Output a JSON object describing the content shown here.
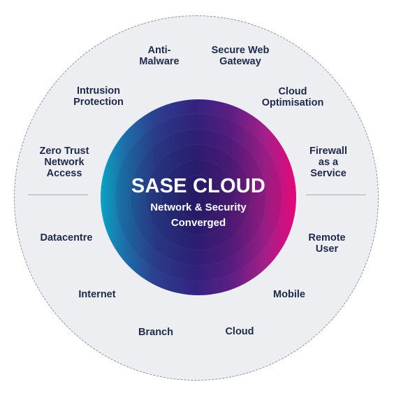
{
  "hub": {
    "title": "SASE CLOUD",
    "subtitle_line1": "Network & Security",
    "subtitle_line2": "Converged"
  },
  "capabilities": [
    {
      "lines": [
        "Anti-",
        "Malware"
      ]
    },
    {
      "lines": [
        "Secure Web",
        "Gateway"
      ]
    },
    {
      "lines": [
        "Intrusion",
        "Protection"
      ]
    },
    {
      "lines": [
        "Cloud",
        "Optimisation"
      ]
    },
    {
      "lines": [
        "Zero Trust",
        "Network",
        "Access"
      ]
    },
    {
      "lines": [
        "Firewall",
        "as a",
        "Service"
      ]
    }
  ],
  "endpoints": [
    {
      "lines": [
        "Datacentre"
      ]
    },
    {
      "lines": [
        "Remote",
        "User"
      ]
    },
    {
      "lines": [
        "Internet"
      ]
    },
    {
      "lines": [
        "Mobile"
      ]
    },
    {
      "lines": [
        "Branch"
      ]
    },
    {
      "lines": [
        "Cloud"
      ]
    }
  ],
  "colors": {
    "ring_fill": "#eceef2",
    "label_text": "#1f2a4a",
    "hub_gradient_start": "#0aa3c2",
    "hub_gradient_mid": "#33237f",
    "hub_gradient_end": "#e4087a"
  }
}
